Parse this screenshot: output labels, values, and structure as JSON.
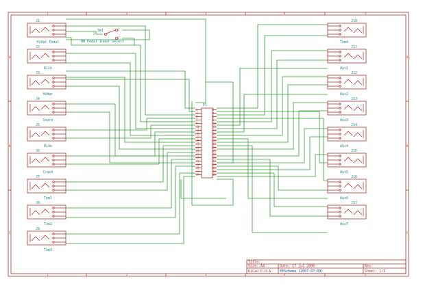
{
  "schematic": {
    "ruler": {
      "top": [
        "1",
        "2",
        "3",
        "4",
        "5"
      ],
      "bottom": [
        "1",
        "2",
        "3",
        "4",
        "5"
      ],
      "left": [
        "A",
        "B",
        "C"
      ],
      "right": [
        "A",
        "B",
        "C"
      ]
    },
    "switch": {
      "ref": "SW1",
      "pin1": "1",
      "pin2": "2",
      "pin3": "3",
      "value": "HH Pedal Input Select"
    },
    "ic": {
      "ref": "P1",
      "left_pins": [
        "1",
        "3",
        "5",
        "7",
        "9",
        "11",
        "13",
        "15",
        "17",
        "19",
        "21",
        "23",
        "25",
        "27",
        "29",
        "31",
        "33",
        "35",
        "37",
        "39"
      ],
      "right_pins": [
        "2",
        "4",
        "6",
        "8",
        "10",
        "12",
        "14",
        "16",
        "18",
        "20",
        "22",
        "24",
        "26",
        "28",
        "30",
        "32",
        "34",
        "36",
        "38",
        "40"
      ]
    },
    "left_jacks": [
      {
        "ref": "J1",
        "value": "HiHat Pedal"
      },
      {
        "ref": "J2",
        "value": "Kick"
      },
      {
        "ref": "J3",
        "value": "HiHat"
      },
      {
        "ref": "J4",
        "value": "Snare"
      },
      {
        "ref": "J5",
        "value": "Ride"
      },
      {
        "ref": "J6",
        "value": "Crash"
      },
      {
        "ref": "J7",
        "value": "Tom1"
      },
      {
        "ref": "J8",
        "value": "Tom2"
      },
      {
        "ref": "J9",
        "value": "Tom3"
      }
    ],
    "right_jacks": [
      {
        "ref": "J10",
        "value": "Tom4"
      },
      {
        "ref": "J11",
        "value": "Aux1"
      },
      {
        "ref": "J12",
        "value": "Aux2"
      },
      {
        "ref": "J13",
        "value": "Aux3"
      },
      {
        "ref": "J14",
        "value": "Aux4"
      },
      {
        "ref": "J15",
        "value": "Aux5"
      },
      {
        "ref": "J16",
        "value": "Aux6"
      },
      {
        "ref": "J17",
        "value": "Aux7"
      }
    ],
    "title_block": {
      "title_label": "Title:",
      "size_label": "Size: A4",
      "date_label": "Date: 17 jul 2008",
      "rev_label": "Rev:",
      "kicad_label": "KiCad E.D.A.",
      "eeschema_label": "EESchema (2007-07-09)",
      "sheet_label": "Sheet: 1/1"
    }
  }
}
